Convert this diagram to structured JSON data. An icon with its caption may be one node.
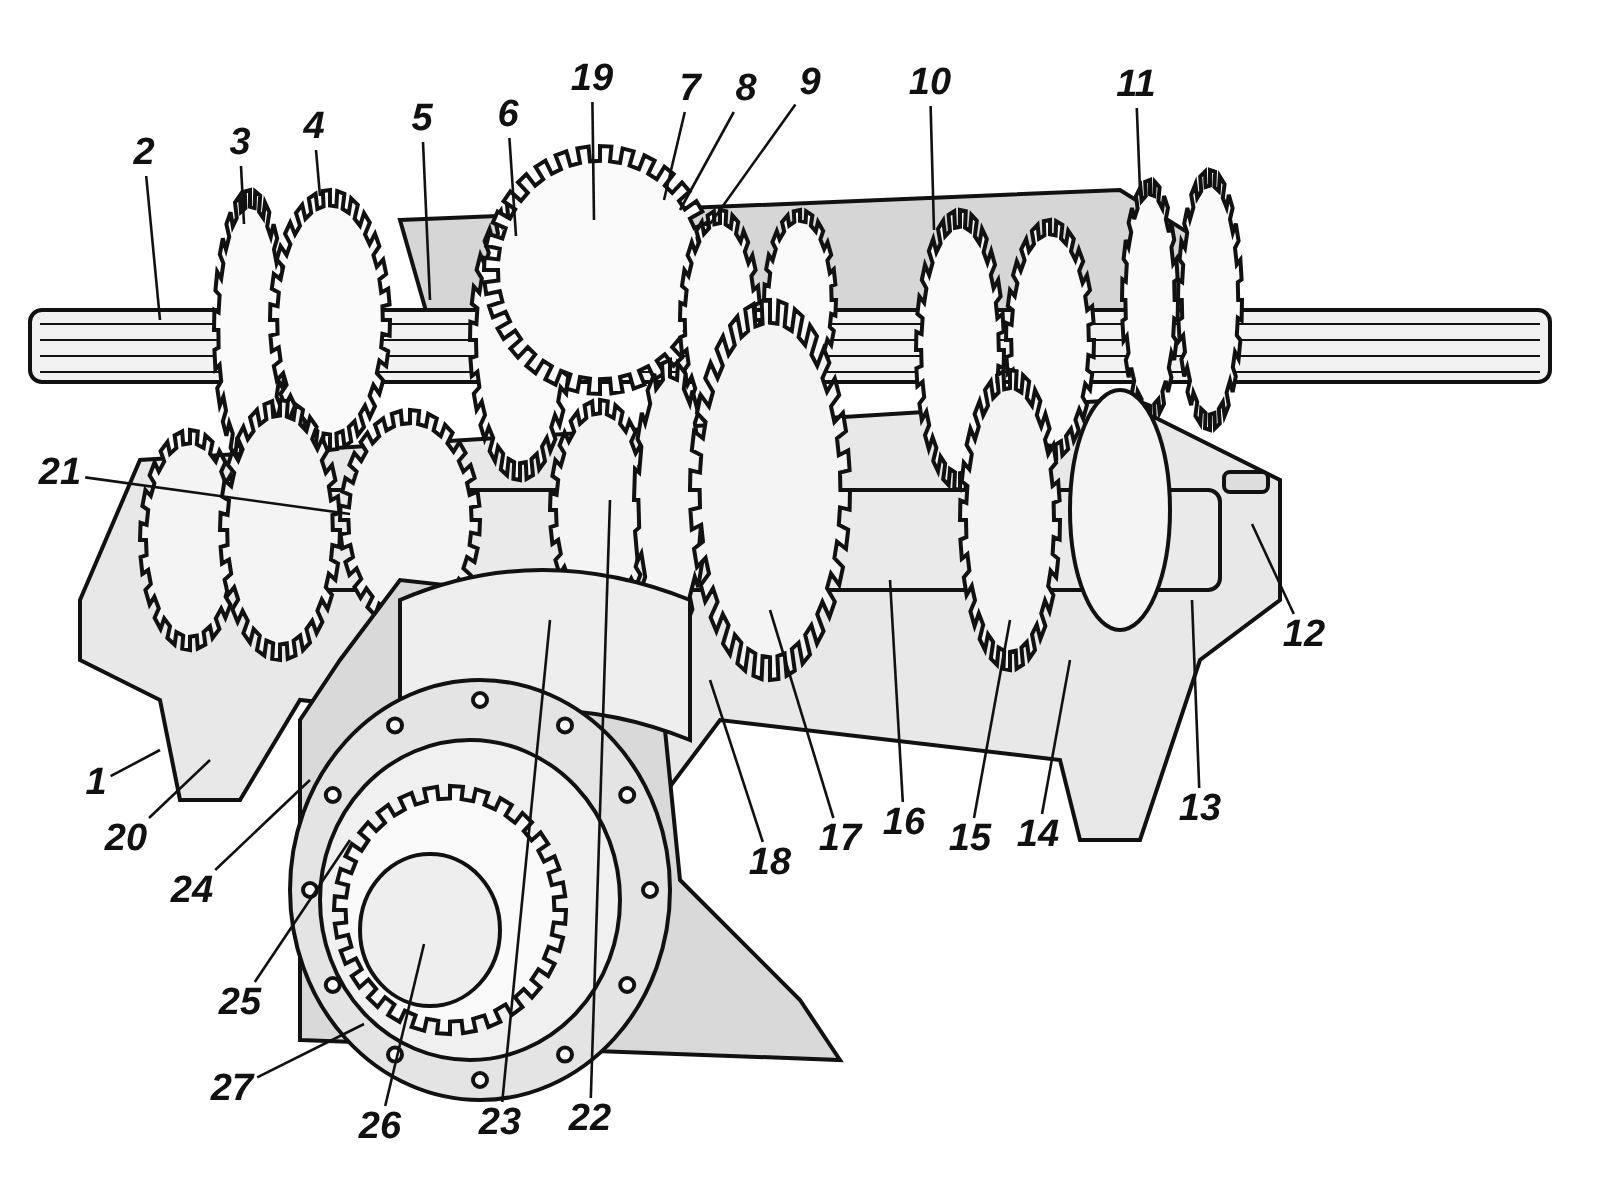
{
  "diagram": {
    "nodes": [
      {
        "text": [
          "2"
        ]
      },
      {
        "text": [
          "3"
        ]
      },
      {
        "text": [
          "4"
        ]
      },
      {
        "text": [
          "5"
        ]
      },
      {
        "text": [
          "6"
        ]
      },
      {
        "text": [
          "19"
        ]
      },
      {
        "text": [
          "7"
        ]
      },
      {
        "text": [
          "8"
        ]
      },
      {
        "text": [
          "9"
        ]
      },
      {
        "text": [
          "10"
        ]
      },
      {
        "text": [
          "11"
        ]
      },
      {
        "text": [
          "21"
        ]
      },
      {
        "text": [
          "12"
        ]
      },
      {
        "text": [
          "1"
        ]
      },
      {
        "text": [
          "13"
        ]
      },
      {
        "text": [
          "20"
        ]
      },
      {
        "text": [
          "14"
        ]
      },
      {
        "text": [
          "15"
        ]
      },
      {
        "text": [
          "16"
        ]
      },
      {
        "text": [
          "17"
        ]
      },
      {
        "text": [
          "18"
        ]
      },
      {
        "text": [
          "24"
        ]
      },
      {
        "text": [
          "25"
        ]
      },
      {
        "text": [
          "27"
        ]
      },
      {
        "text": [
          "26"
        ]
      },
      {
        "text": [
          "23"
        ]
      },
      {
        "text": [
          "22"
        ]
      }
    ],
    "edges": [
      {
        "from": 0,
        "to": null,
        "arrow": "none"
      },
      {
        "from": 1,
        "to": null,
        "arrow": "none"
      },
      {
        "from": 2,
        "to": null,
        "arrow": "none"
      },
      {
        "from": 3,
        "to": null,
        "arrow": "none"
      },
      {
        "from": 4,
        "to": null,
        "arrow": "none"
      },
      {
        "from": 5,
        "to": null,
        "arrow": "none"
      },
      {
        "from": 6,
        "to": null,
        "arrow": "none"
      },
      {
        "from": 7,
        "to": null,
        "arrow": "none"
      },
      {
        "from": 8,
        "to": null,
        "arrow": "none"
      },
      {
        "from": 9,
        "to": null,
        "arrow": "none"
      },
      {
        "from": 10,
        "to": null,
        "arrow": "none"
      },
      {
        "from": 11,
        "to": null,
        "arrow": "none"
      },
      {
        "from": 12,
        "to": null,
        "arrow": "none"
      },
      {
        "from": 13,
        "to": null,
        "arrow": "none"
      },
      {
        "from": 14,
        "to": null,
        "arrow": "none"
      },
      {
        "from": 15,
        "to": null,
        "arrow": "none"
      },
      {
        "from": 16,
        "to": null,
        "arrow": "none"
      },
      {
        "from": 17,
        "to": null,
        "arrow": "none"
      },
      {
        "from": 18,
        "to": null,
        "arrow": "none"
      },
      {
        "from": 19,
        "to": null,
        "arrow": "none"
      },
      {
        "from": 20,
        "to": null,
        "arrow": "none"
      },
      {
        "from": 21,
        "to": null,
        "arrow": "none"
      },
      {
        "from": 22,
        "to": null,
        "arrow": "none"
      },
      {
        "from": 23,
        "to": null,
        "arrow": "none"
      },
      {
        "from": 24,
        "to": null,
        "arrow": "none"
      },
      {
        "from": 25,
        "to": null,
        "arrow": "none"
      },
      {
        "from": 26,
        "to": null,
        "arrow": "none"
      }
    ]
  }
}
